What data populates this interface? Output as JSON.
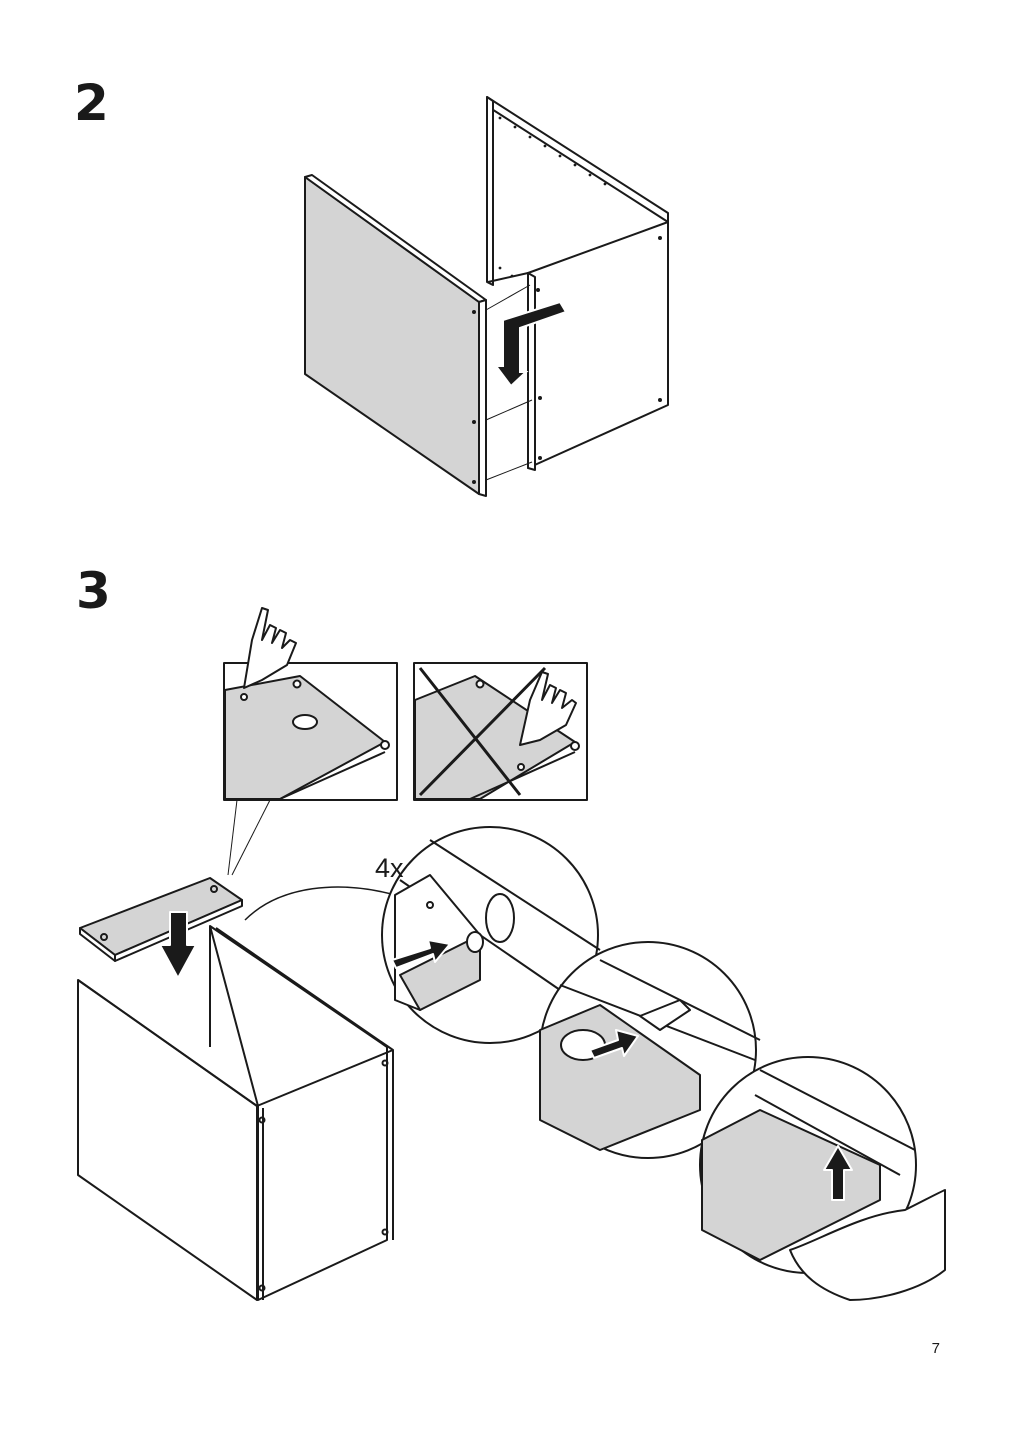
{
  "steps": [
    {
      "number": "2"
    },
    {
      "number": "3"
    }
  ],
  "step3": {
    "quantity_label": "4x"
  },
  "page": {
    "number": "7"
  },
  "icons": [
    "hand-pointing-icon",
    "cross-mark-icon",
    "arrow-icon",
    "hand-icon"
  ],
  "colors": {
    "panel_fill": "#d4d4d4",
    "line": "#1a1a1a",
    "arrow": "#1a1a1a",
    "background": "#ffffff"
  }
}
